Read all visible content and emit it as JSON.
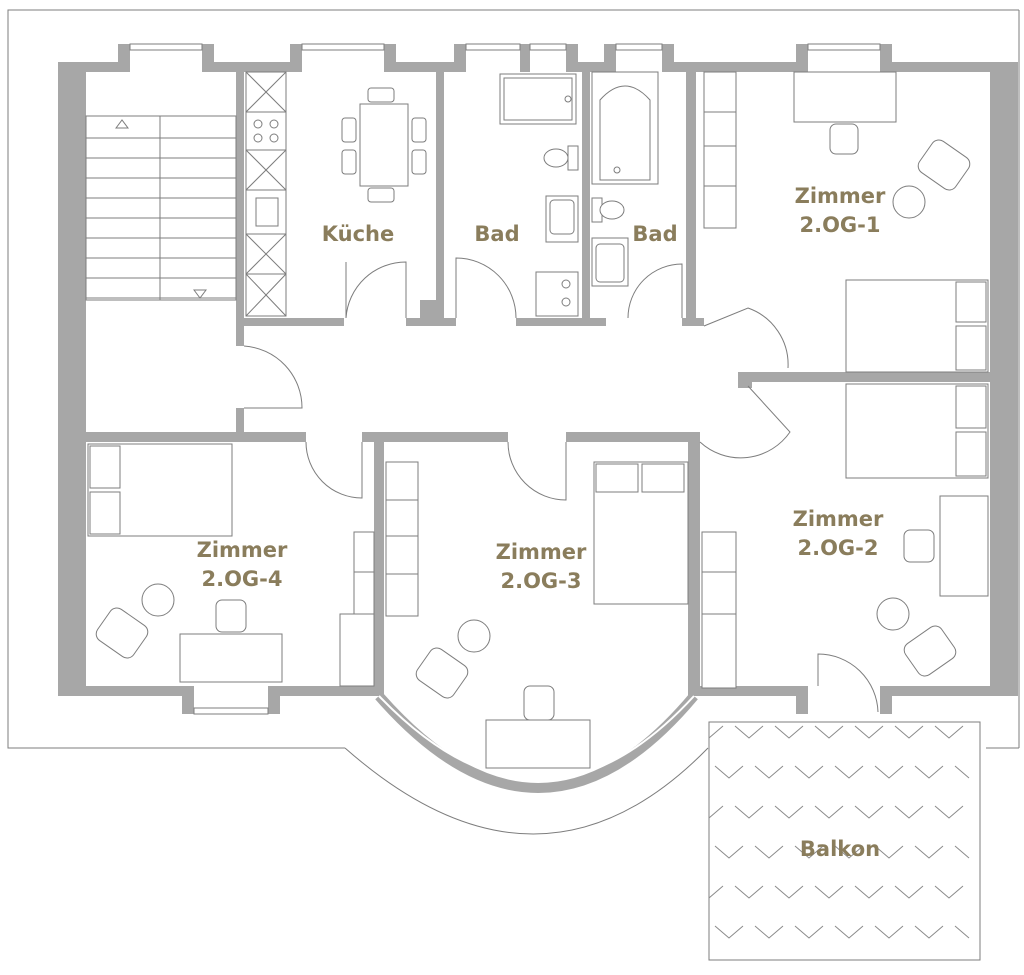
{
  "rooms": {
    "kueche": "Küche",
    "bad1": "Bad",
    "bad2": "Bad",
    "zimmer1_line1": "Zimmer",
    "zimmer1_line2": "2.OG-1",
    "zimmer2_line1": "Zimmer",
    "zimmer2_line2": "2.OG-2",
    "zimmer3_line1": "Zimmer",
    "zimmer3_line2": "2.OG-3",
    "zimmer4_line1": "Zimmer",
    "zimmer4_line2": "2.OG-4",
    "balkon": "Balkon"
  },
  "colors": {
    "label": "#8a7d5c",
    "wall": "#a7a7a7",
    "line": "#7d7d7d"
  }
}
